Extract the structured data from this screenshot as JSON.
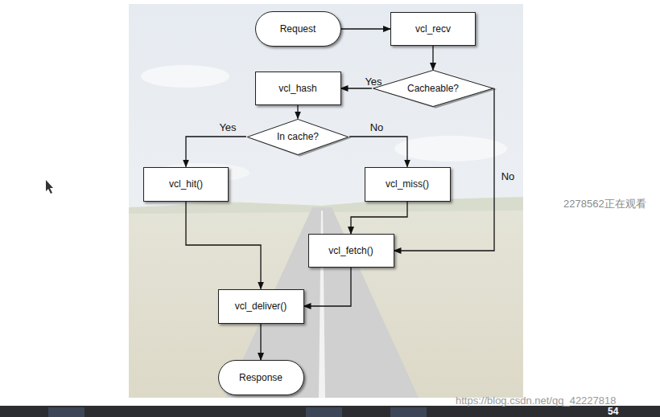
{
  "diagram": {
    "nodes": [
      {
        "text": [
          "Request"
        ]
      },
      {
        "text": [
          "vcl_recv"
        ]
      },
      {
        "text": [
          "Cacheable?"
        ]
      },
      {
        "text": [
          "vcl_hash"
        ]
      },
      {
        "text": [
          "In cache?"
        ]
      },
      {
        "text": [
          "vcl_hit()"
        ]
      },
      {
        "text": [
          "vcl_miss()"
        ]
      },
      {
        "text": [
          "vcl_fetch()"
        ]
      },
      {
        "text": [
          "vcl_deliver()"
        ]
      },
      {
        "text": [
          "Response"
        ]
      }
    ],
    "edges": [
      {
        "from": 0,
        "to": 1,
        "arrow": "to"
      },
      {
        "from": 1,
        "to": 2,
        "arrow": "to"
      },
      {
        "from": 2,
        "to": 3,
        "label": "Yes",
        "arrow": "to"
      },
      {
        "from": 2,
        "to": 7,
        "label": "No",
        "arrow": "to"
      },
      {
        "from": 3,
        "to": 4,
        "arrow": "to"
      },
      {
        "from": 4,
        "to": 5,
        "label": "Yes",
        "arrow": "to"
      },
      {
        "from": 4,
        "to": 6,
        "label": "No",
        "arrow": "to"
      },
      {
        "from": 5,
        "to": 8,
        "arrow": "to"
      },
      {
        "from": 6,
        "to": 7,
        "arrow": "to"
      },
      {
        "from": 7,
        "to": 8,
        "arrow": "to"
      },
      {
        "from": 8,
        "to": 9,
        "arrow": "to"
      }
    ],
    "labels": [
      "2278562正在观看",
      "https://blog.csdn.net/qq_42227818",
      "54"
    ]
  }
}
